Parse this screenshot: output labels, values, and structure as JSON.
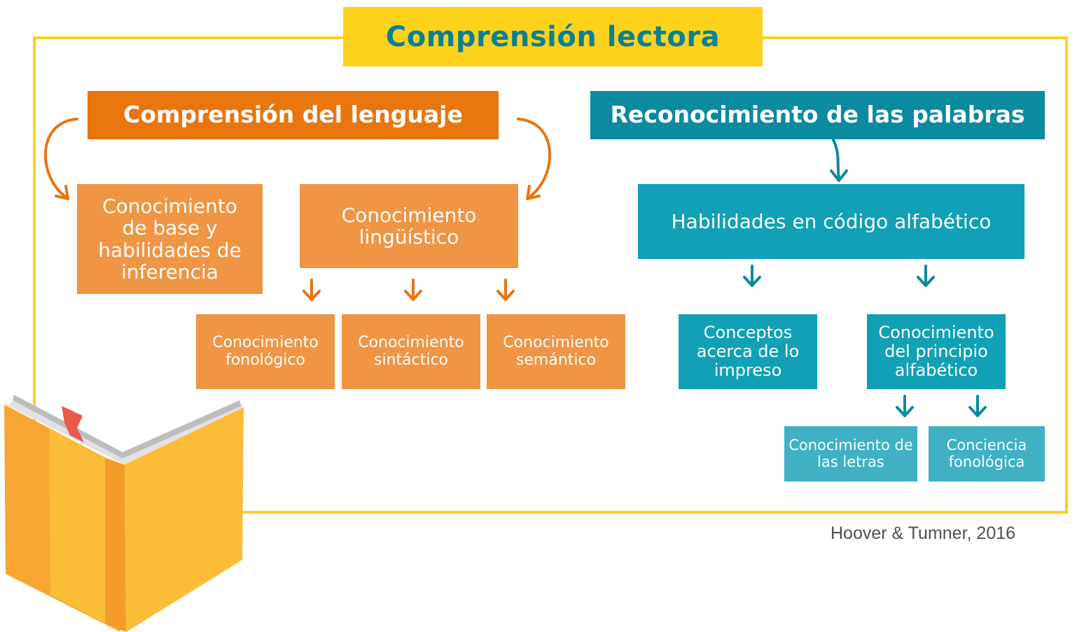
{
  "title": "Comprensión lectora",
  "left": {
    "header": "Comprensión del lenguaje",
    "base": "Conocimiento de base y habilidades de inferencia",
    "linguistic": "Conocimiento lingüístico",
    "phonological": "Conocimiento fonológico",
    "syntactic": "Conocimiento sintáctico",
    "semantic": "Conocimiento semántico"
  },
  "right": {
    "header": "Reconocimiento de las palabras",
    "alphabetic": "Habilidades en código alfabético",
    "print_concepts": "Conceptos acerca de lo impreso",
    "principle": "Conocimiento del principio alfabético",
    "letters": "Conocimiento de las letras",
    "awareness": "Conciencia fonológica"
  },
  "source": "Hoover & Tumner, 2016",
  "colors": {
    "frame": "#fcd21c",
    "title_text": "#0c7f93",
    "orange_dark": "#e9750e",
    "orange": "#ef9544",
    "teal_dark": "#0c8aa0",
    "teal": "#11a0b6",
    "teal_light": "#3fb1c3"
  },
  "icons": [
    "book-icon",
    "bookmark-icon",
    "arrow-down-icon",
    "curved-arrow-icon"
  ]
}
